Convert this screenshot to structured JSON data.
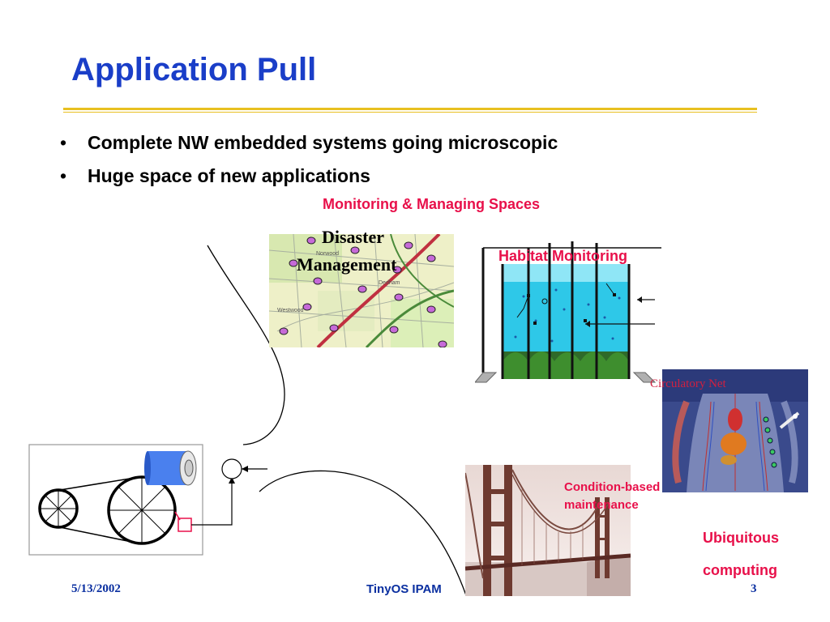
{
  "slide": {
    "title": "Application Pull",
    "bullets": [
      "Complete NW embedded systems going microscopic",
      "Huge space of new applications"
    ]
  },
  "labels": {
    "monitoring": "Monitoring & Managing Spaces",
    "disaster_line1": "Disaster",
    "disaster_line2": "Management",
    "habitat": "Habitat Monitoring",
    "circulatory": "Circulatory Net",
    "condition_line1": "Condition-based",
    "condition_line2": "maintenance",
    "ubiquitous_line1": "Ubiquitous",
    "ubiquitous_line2": "computing"
  },
  "map_labels": {
    "norwood": "Norwood",
    "dedham": "Dedham",
    "westwood": "Westwood"
  },
  "footer": {
    "date": "5/13/2002",
    "center": "TinyOS IPAM",
    "page": "3"
  },
  "colors": {
    "title": "#1a3ec8",
    "accent_red": "#e8104a",
    "rule": "#e8c020",
    "footer": "#0a2fa0"
  }
}
